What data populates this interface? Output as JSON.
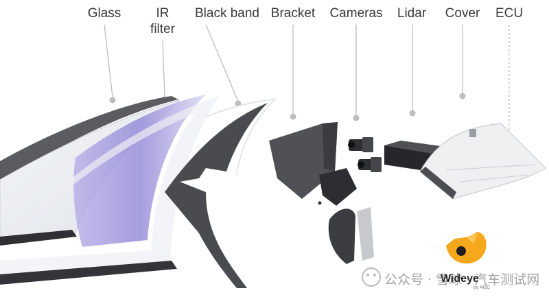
{
  "labels": {
    "glass": "Glass",
    "ir_filter": "IR\nfilter",
    "black_band": "Black band",
    "bracket": "Bracket",
    "cameras": "Cameras",
    "lidar": "Lidar",
    "cover": "Cover",
    "ecu": "ECU"
  },
  "logo": {
    "brand": "Wideye",
    "sub": "by AGC"
  },
  "watermark": "公众号 · 雪球 · 汽车测试网",
  "colors": {
    "ir_tint": "#8f86d6",
    "black_band": "#4a4b4f",
    "accent": "#f5a81c",
    "leader": "#bdbdbd"
  }
}
